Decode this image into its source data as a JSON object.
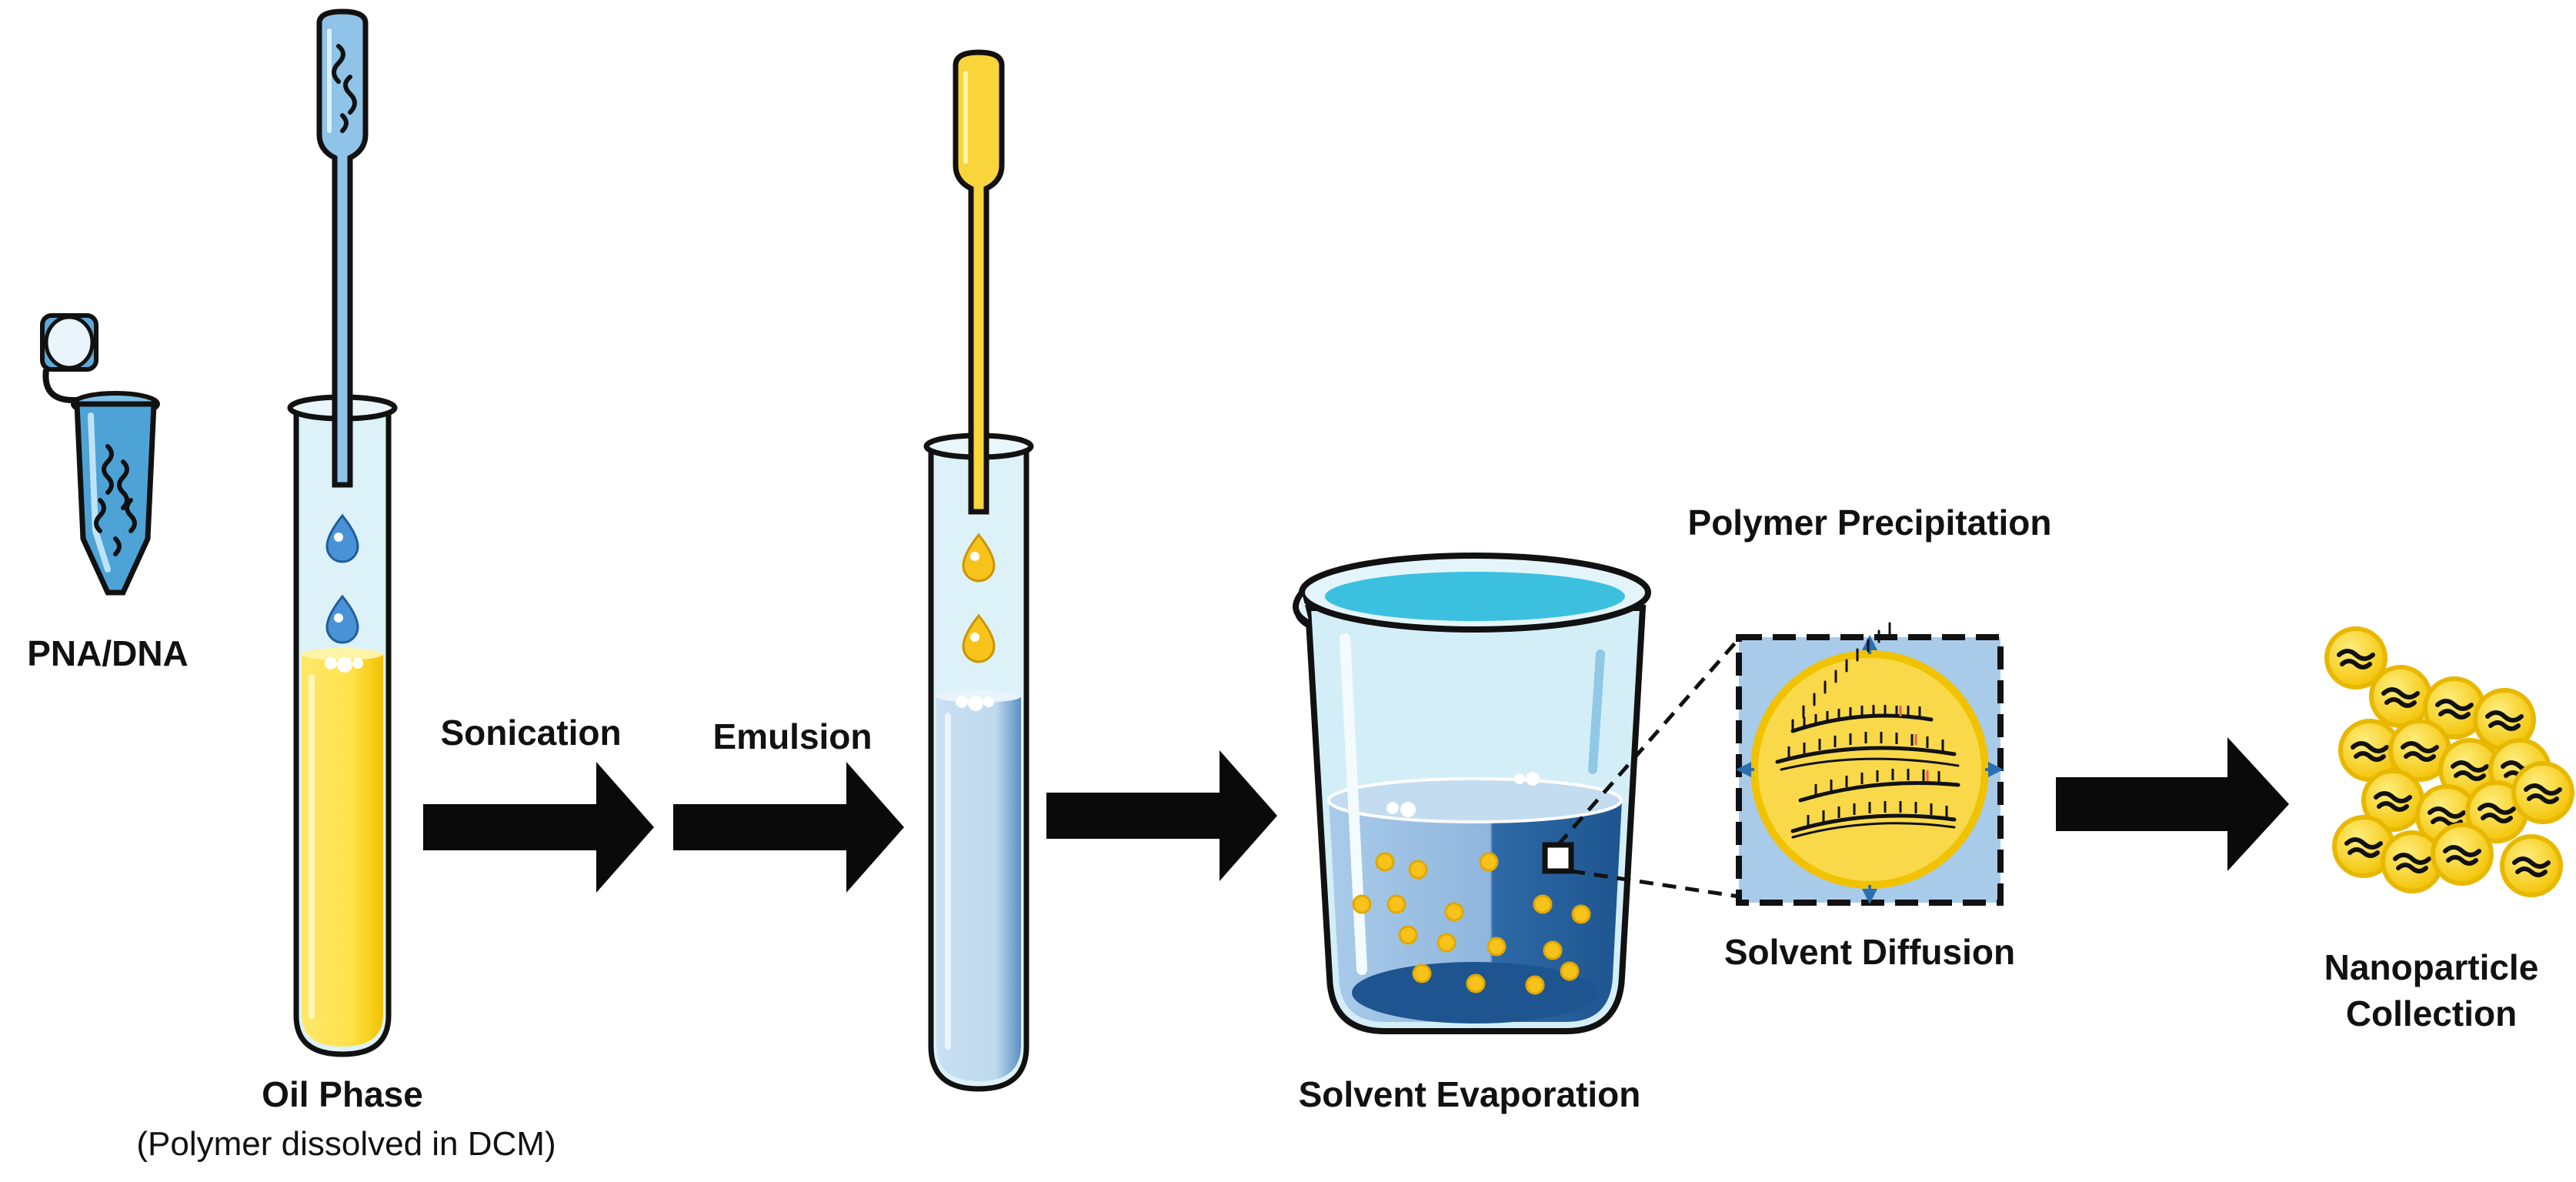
{
  "labels": {
    "pna_dna": "PNA/DNA",
    "oil_phase": "Oil Phase",
    "oil_phase_note": "(Polymer dissolved in DCM)",
    "sonication": "Sonication",
    "emulsion": "Emulsion",
    "solvent_evaporation": "Solvent Evaporation",
    "polymer_precipitation": "Polymer Precipitation",
    "solvent_diffusion": "Solvent Diffusion",
    "nanoparticle_collection_line1": "Nanoparticle",
    "nanoparticle_collection_line2": "Collection"
  },
  "colors": {
    "oil_yellow": "#FFE24A",
    "water_blue": "#BFD9EE",
    "deep_blue": "#2E6AA6",
    "glass_blue": "#D4EEF8",
    "arrow": "#0A0A0A",
    "particle_yellow": "#F7D32E"
  }
}
